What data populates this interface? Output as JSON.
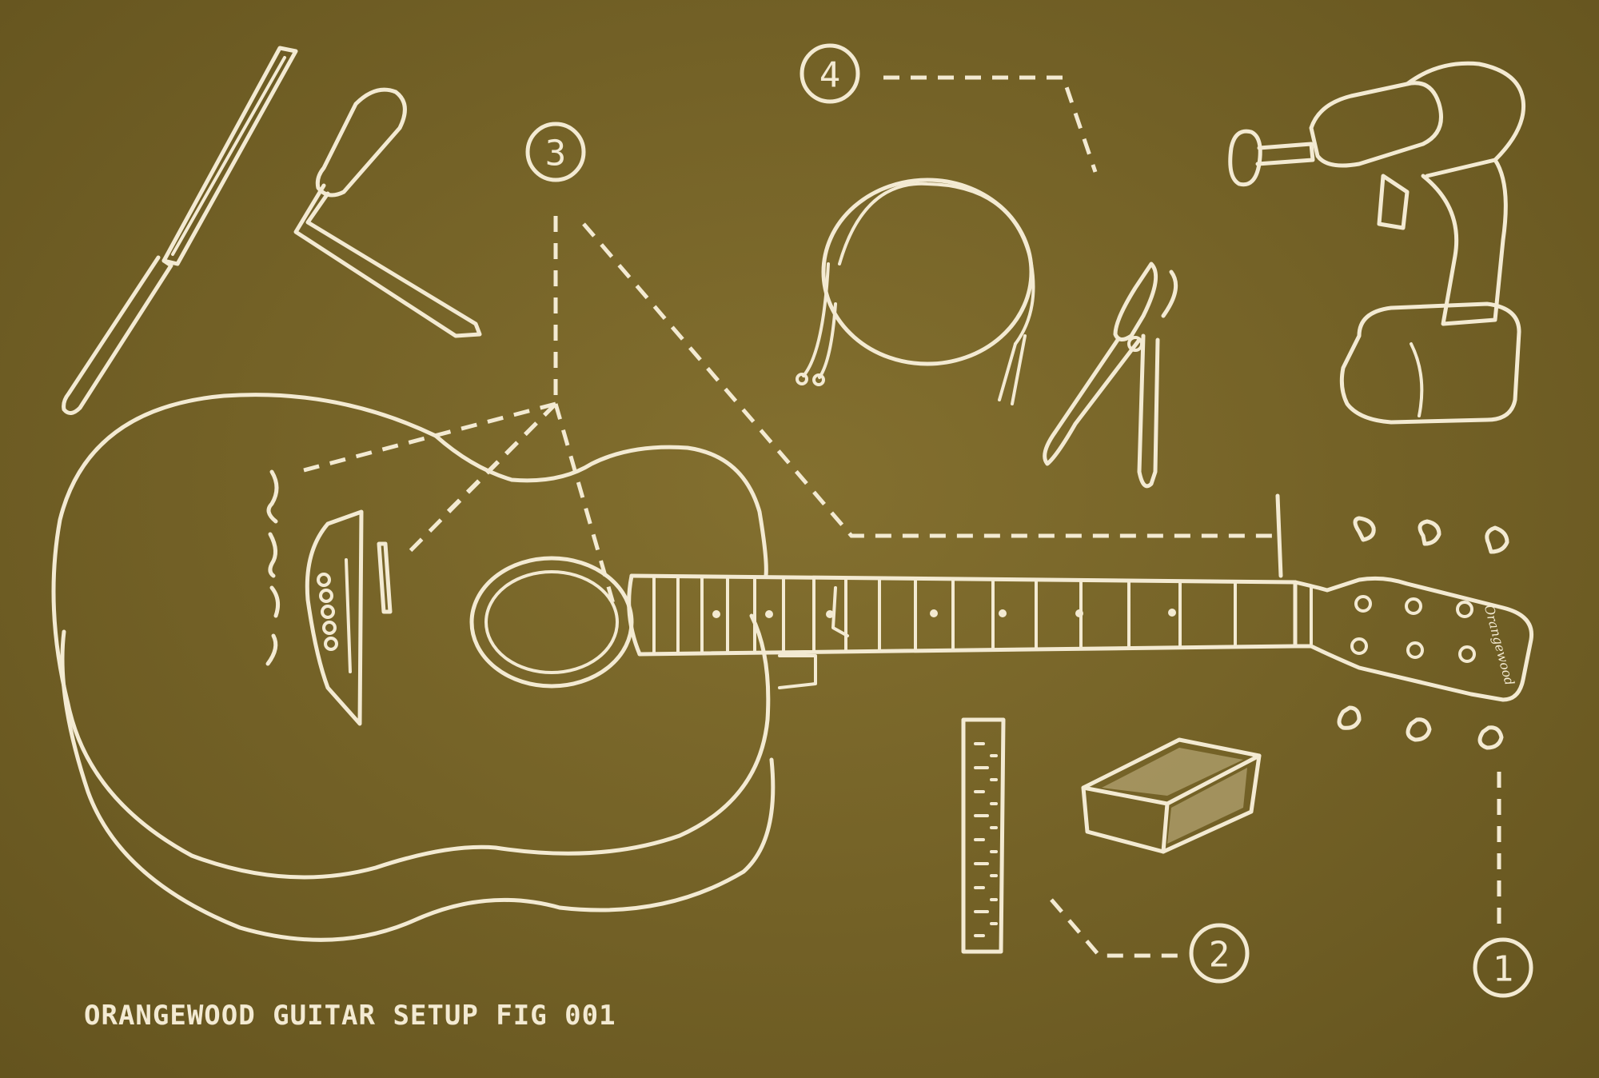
{
  "caption": "ORANGEWOOD GUITAR SETUP FIG 001",
  "headstock_brand": "Orangewood",
  "callouts": [
    {
      "id": "1",
      "label": "1"
    },
    {
      "id": "2",
      "label": "2"
    },
    {
      "id": "3",
      "label": "3"
    },
    {
      "id": "4",
      "label": "4"
    }
  ],
  "colors": {
    "background": "#7a6625",
    "line": "#f3ead2"
  },
  "icons": [
    "file-icon",
    "truss-rod-wrench-icon",
    "guitar-strings-icon",
    "wire-cutter-icon",
    "power-drill-icon",
    "acoustic-guitar-icon",
    "ruler-icon",
    "sanding-block-icon",
    "tuning-peg-icon"
  ]
}
